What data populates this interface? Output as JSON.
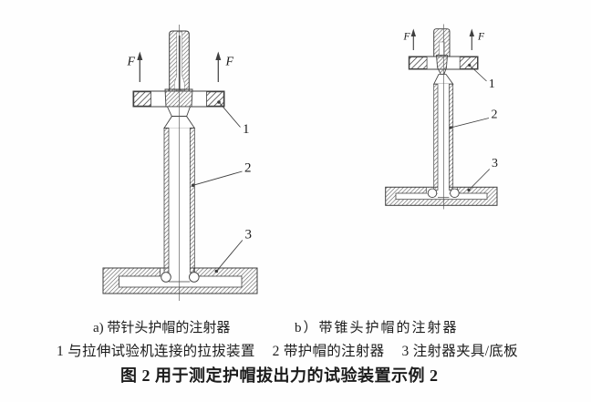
{
  "panel_a": {
    "caption": "a) 带针头护帽的注射器",
    "force_label": "F",
    "callouts": {
      "pull_device": "1",
      "syringe": "2",
      "fixture": "3"
    }
  },
  "panel_b": {
    "caption": "b）带锥头护帽的注射器",
    "force_label": "F",
    "callouts": {
      "pull_device": "1",
      "syringe": "2",
      "fixture": "3"
    }
  },
  "legend": {
    "item_1": "1 与拉伸试验机连接的拉拔装置",
    "item_2": "2 带护帽的注射器",
    "item_3": "3 注射器夹具/底板"
  },
  "figure_title": "图 2 用于测定护帽拔出力的试验装置示例 2",
  "colors": {
    "ink": "#3f3f3f",
    "hatch": "#747474",
    "text": "#1c1c1c",
    "background": "#fefefe"
  }
}
